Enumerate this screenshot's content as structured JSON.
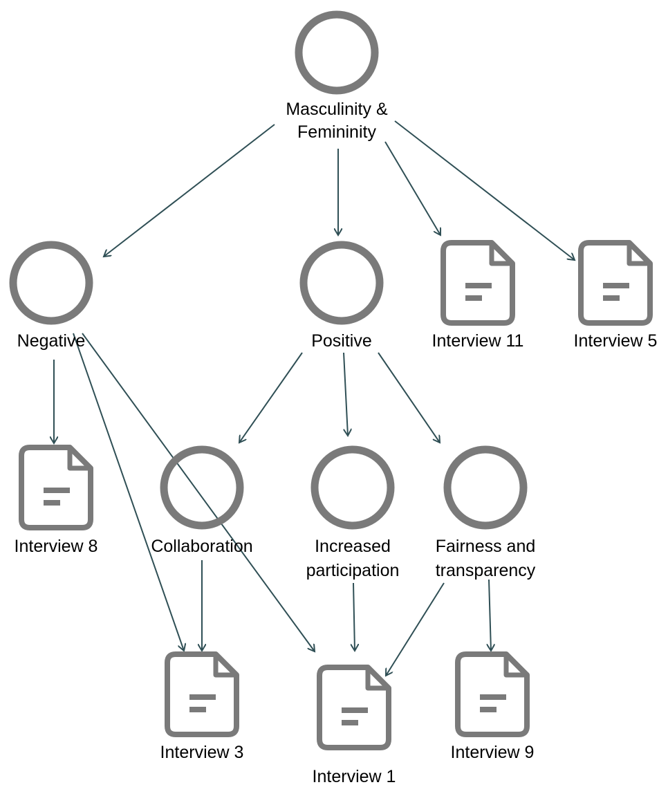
{
  "nodes": {
    "masculinity": {
      "kind": "code",
      "lines": [
        "Masculinity &",
        "Femininity"
      ]
    },
    "negative": {
      "kind": "code",
      "lines": [
        "Negative"
      ]
    },
    "positive": {
      "kind": "code",
      "lines": [
        "Positive"
      ]
    },
    "interview11": {
      "kind": "document",
      "lines": [
        "Interview 11"
      ]
    },
    "interview5": {
      "kind": "document",
      "lines": [
        "Interview 5"
      ]
    },
    "interview8": {
      "kind": "document",
      "lines": [
        "Interview 8"
      ]
    },
    "collaboration": {
      "kind": "code",
      "lines": [
        "Collaboration"
      ]
    },
    "increased": {
      "kind": "code",
      "lines": [
        "Increased",
        "participation"
      ]
    },
    "fairness": {
      "kind": "code",
      "lines": [
        "Fairness and",
        "transparency"
      ]
    },
    "interview3": {
      "kind": "document",
      "lines": [
        "Interview 3"
      ]
    },
    "interview1": {
      "kind": "document",
      "lines": [
        "Interview 1"
      ]
    },
    "interview9": {
      "kind": "document",
      "lines": [
        "Interview 9"
      ]
    }
  },
  "edges": [
    [
      "masculinity",
      "negative"
    ],
    [
      "masculinity",
      "positive"
    ],
    [
      "masculinity",
      "interview11"
    ],
    [
      "masculinity",
      "interview5"
    ],
    [
      "negative",
      "interview8"
    ],
    [
      "negative",
      "interview3"
    ],
    [
      "negative",
      "interview1"
    ],
    [
      "positive",
      "collaboration"
    ],
    [
      "positive",
      "increased"
    ],
    [
      "positive",
      "fairness"
    ],
    [
      "collaboration",
      "interview3"
    ],
    [
      "increased",
      "interview1"
    ],
    [
      "fairness",
      "interview1"
    ],
    [
      "fairness",
      "interview9"
    ]
  ],
  "colors": {
    "node_stroke": "#7a7a7a",
    "edge": "#2f4f55",
    "text": "#000000"
  }
}
